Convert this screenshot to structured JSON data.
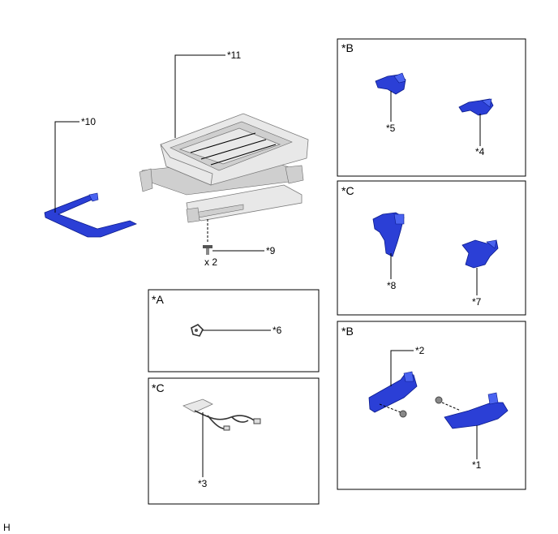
{
  "labels": {
    "p1": "*1",
    "p2": "*2",
    "p3": "*3",
    "p4": "*4",
    "p5": "*5",
    "p6": "*6",
    "p7": "*7",
    "p8": "*8",
    "p9": "*9",
    "p10": "*10",
    "p11": "*11",
    "qty": "x 2"
  },
  "boxes": {
    "top_right": "*B",
    "mid_right": "*C",
    "bottom_right": "*B",
    "mid_left": "*A",
    "bottom_left": "*C"
  },
  "footer": "H",
  "colors": {
    "part_blue": "#2b3fd6",
    "frame_gray": "#e8e8e8",
    "line": "#000000"
  }
}
